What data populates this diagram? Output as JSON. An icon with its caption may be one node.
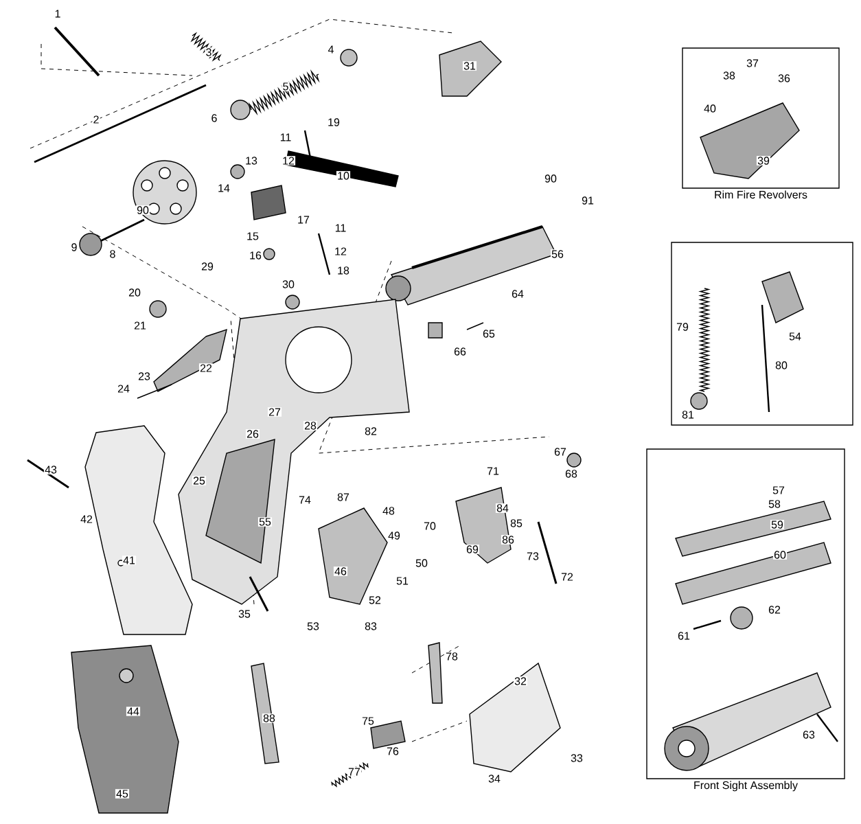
{
  "diagram": {
    "nodes": [
      {
        "text": [
          "Rim Fire Revolvers"
        ]
      },
      {
        "text": [],
        "shape": "box"
      },
      {
        "text": [
          "Front Sight Assembly"
        ]
      }
    ],
    "labels": [
      "1",
      "3",
      "4",
      "31",
      "2",
      "5",
      "6",
      "19",
      "11",
      "13",
      "12",
      "10",
      "14",
      "90",
      "9",
      "8",
      "15",
      "16",
      "17",
      "11",
      "12",
      "18",
      "90",
      "91",
      "56",
      "29",
      "30",
      "20",
      "21",
      "64",
      "65",
      "66",
      "22",
      "23",
      "24",
      "27",
      "26",
      "28",
      "82",
      "67",
      "68",
      "43",
      "71",
      "25",
      "42",
      "74",
      "87",
      "55",
      "48",
      "70",
      "84",
      "85",
      "86",
      "49",
      "69",
      "73",
      "41",
      "50",
      "46",
      "51",
      "72",
      "52",
      "35",
      "53",
      "83",
      "78",
      "32",
      "88",
      "44",
      "75",
      "76",
      "77",
      "33",
      "34",
      "45",
      "37",
      "38",
      "36",
      "40",
      "39",
      "79",
      "54",
      "80",
      "81",
      "57",
      "58",
      "59",
      "60",
      "62",
      "61",
      "63"
    ]
  }
}
